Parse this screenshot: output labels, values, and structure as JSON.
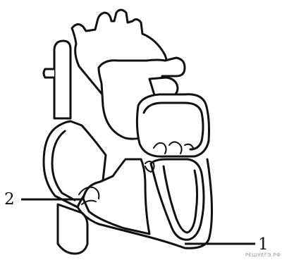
{
  "labels": {
    "one": "1",
    "two": "2"
  },
  "watermark": "РЕШУЕГЭ.РФ"
}
